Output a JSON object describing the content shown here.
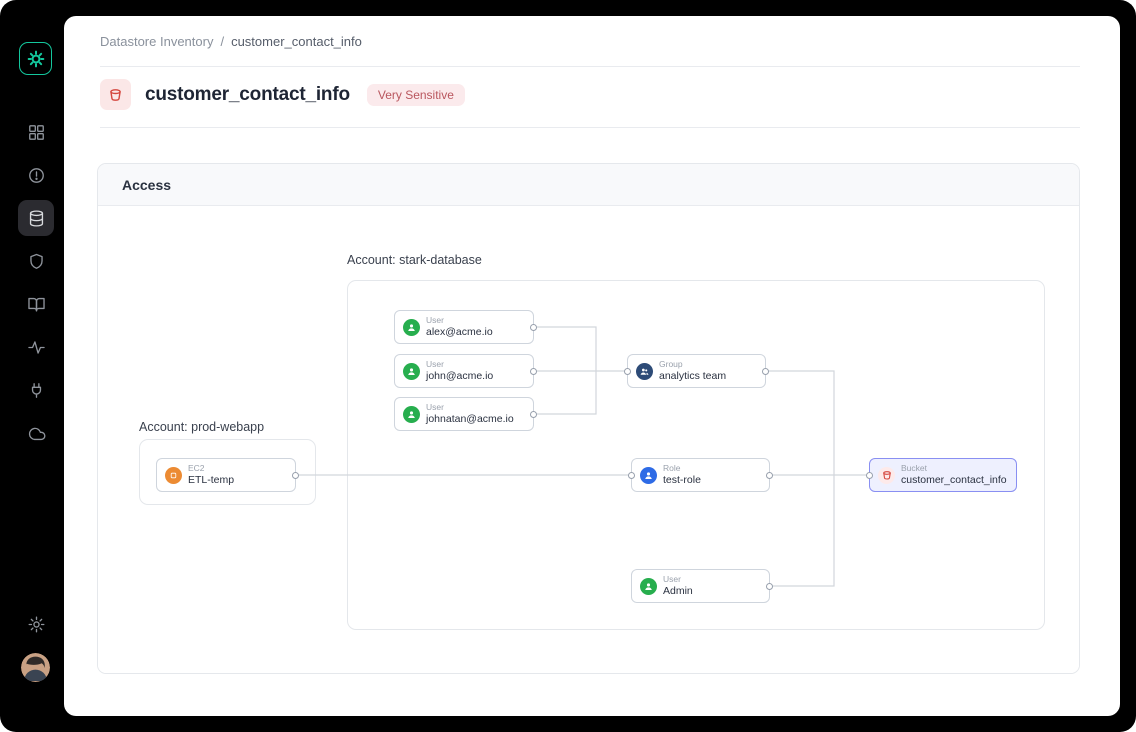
{
  "breadcrumb": {
    "parent": "Datastore Inventory",
    "separator": "/",
    "current": "customer_contact_info"
  },
  "page_header": {
    "title": "customer_contact_info",
    "icon": "bucket-icon",
    "badge": "Very Sensitive"
  },
  "access_panel": {
    "title": "Access"
  },
  "sidebar": {
    "logo_icon": "gear-logo",
    "nav_icons": [
      "grid-icon",
      "alert-circle-icon",
      "database-icon",
      "shield-icon",
      "book-open-icon",
      "activity-icon",
      "plug-icon",
      "cloud-icon"
    ],
    "active_icon": "database-icon",
    "bottom_icons": [
      "gear-icon",
      "user-avatar"
    ]
  },
  "diagram": {
    "accounts": [
      {
        "label": "Account: prod-webapp"
      },
      {
        "label": "Account: stark-database"
      }
    ],
    "nodes": [
      {
        "kind": "ec2",
        "type": "EC2",
        "name": "ETL-temp",
        "account": "prod-webapp"
      },
      {
        "kind": "user",
        "type": "User",
        "name": "alex@acme.io",
        "account": "stark-database"
      },
      {
        "kind": "user",
        "type": "User",
        "name": "john@acme.io",
        "account": "stark-database"
      },
      {
        "kind": "user",
        "type": "User",
        "name": "johnatan@acme.io",
        "account": "stark-database"
      },
      {
        "kind": "group",
        "type": "Group",
        "name": "analytics team",
        "account": "stark-database"
      },
      {
        "kind": "role",
        "type": "Role",
        "name": "test-role",
        "account": "stark-database"
      },
      {
        "kind": "user",
        "type": "User",
        "name": "Admin",
        "account": "stark-database"
      },
      {
        "kind": "bucket",
        "type": "Bucket",
        "name": "customer_contact_info",
        "account": "stark-database",
        "highlighted": true
      }
    ],
    "edges": [
      {
        "from": "alex@acme.io",
        "to": "analytics team"
      },
      {
        "from": "john@acme.io",
        "to": "analytics team"
      },
      {
        "from": "johnatan@acme.io",
        "to": "analytics team"
      },
      {
        "from": "ETL-temp",
        "to": "test-role"
      },
      {
        "from": "test-role",
        "to": "customer_contact_info"
      },
      {
        "from": "analytics team",
        "to": "customer_contact_info"
      },
      {
        "from": "Admin",
        "to": "customer_contact_info"
      }
    ]
  },
  "colors": {
    "logo_teal": "#14c79d",
    "icon_gray": "#8f949c",
    "user_green": "#27ae4e",
    "group_navy": "#2d4b77",
    "role_blue": "#2e6be6",
    "ec2_orange": "#ec8b33",
    "bucket_red": "#d5473f",
    "highlight_purple": "#898ff2",
    "highlight_bg": "#eef0fe",
    "badge_bg": "#fbeaec",
    "badge_text": "#b9565e"
  }
}
